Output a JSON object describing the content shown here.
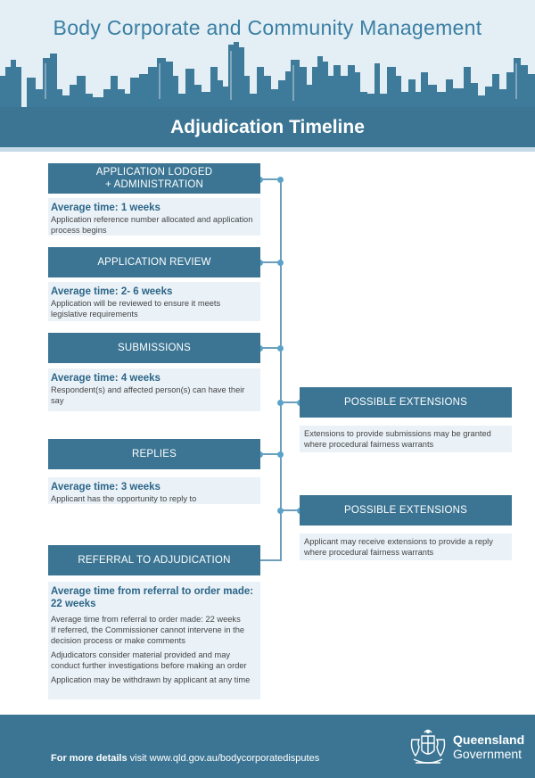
{
  "header": {
    "org_title": "Body Corporate and Community Management",
    "page_title": "Adjudication Timeline"
  },
  "steps": [
    {
      "title": [
        "APPLICATION LODGED",
        "+ ADMINISTRATION"
      ],
      "avg": "Average time: 1 weeks",
      "desc": [
        "Application reference number allocated and application process begins"
      ]
    },
    {
      "title": [
        "APPLICATION REVIEW"
      ],
      "avg": "Average time: 2- 6 weeks",
      "desc": [
        "Application will be reviewed to ensure it meets legislative requirements"
      ]
    },
    {
      "title": [
        "SUBMISSIONS"
      ],
      "avg": "Average time: 4 weeks",
      "desc": [
        "Respondent(s) and affected person(s) can have their say"
      ]
    },
    {
      "title": [
        "REPLIES"
      ],
      "avg": "Average time: 3 weeks",
      "desc": [
        "Applicant has the opportunity to reply to"
      ]
    },
    {
      "title": [
        "REFERRAL TO ADJUDICATION"
      ],
      "avg": "Average time from referral to order made: 22 weeks",
      "desc": [
        "Average time from referral to order made: 22 weeks",
        "If referred, the Commissioner cannot intervene in the decision process or make comments",
        "Adjudicators consider material provided and may conduct further investigations before making an order",
        "Application may be withdrawn by applicant at any time"
      ]
    }
  ],
  "extensions": [
    {
      "title": "POSSIBLE EXTENSIONS",
      "desc": "Extensions to provide submissions may be granted where procedural fairness warrants"
    },
    {
      "title": "POSSIBLE EXTENSIONS",
      "desc": "Applicant may receive extensions to provide a reply where procedural fairness warrants"
    }
  ],
  "footer": {
    "details_bold": "For more details",
    "details_rest": " visit www.qld.gov.au/bodycorporatedisputes",
    "gov_line1": "Queensland",
    "gov_line2": "Government"
  },
  "colors": {
    "primary": "#3b7593",
    "accent_dot": "#5aa3c8",
    "light_panel": "#eaf2f8",
    "skyline": "#3e7a9a"
  },
  "icons": {
    "crest": "queensland-coat-of-arms-icon"
  }
}
